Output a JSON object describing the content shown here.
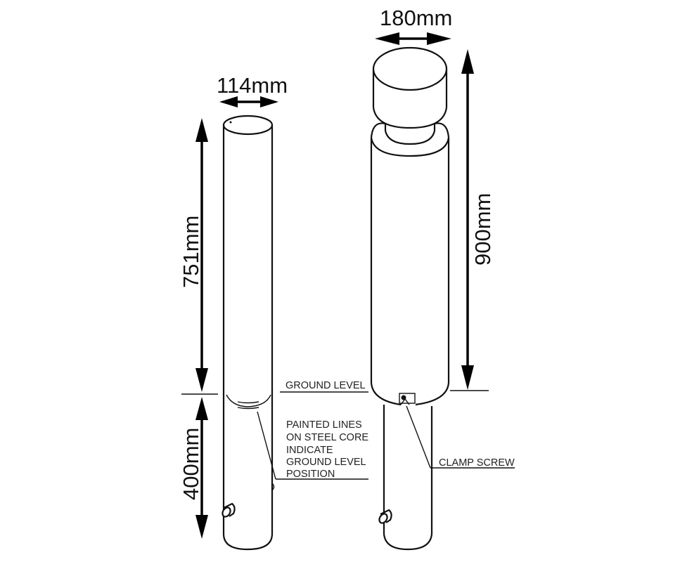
{
  "diagram": {
    "type": "technical-drawing",
    "subject": "bollard dimensions",
    "left_bollard": {
      "diameter_label": "114mm",
      "above_ground_label": "751mm",
      "below_ground_label": "400mm"
    },
    "right_bollard": {
      "diameter_label": "180mm",
      "height_label": "900mm"
    },
    "annotations": {
      "ground_level": "GROUND LEVEL",
      "painted_lines": [
        "PAINTED LINES",
        "ON STEEL CORE",
        "INDICATE",
        "GROUND LEVEL",
        "POSITION"
      ],
      "clamp_screw": "CLAMP SCREW"
    },
    "colors": {
      "line": "#111111",
      "background": "#ffffff"
    }
  }
}
